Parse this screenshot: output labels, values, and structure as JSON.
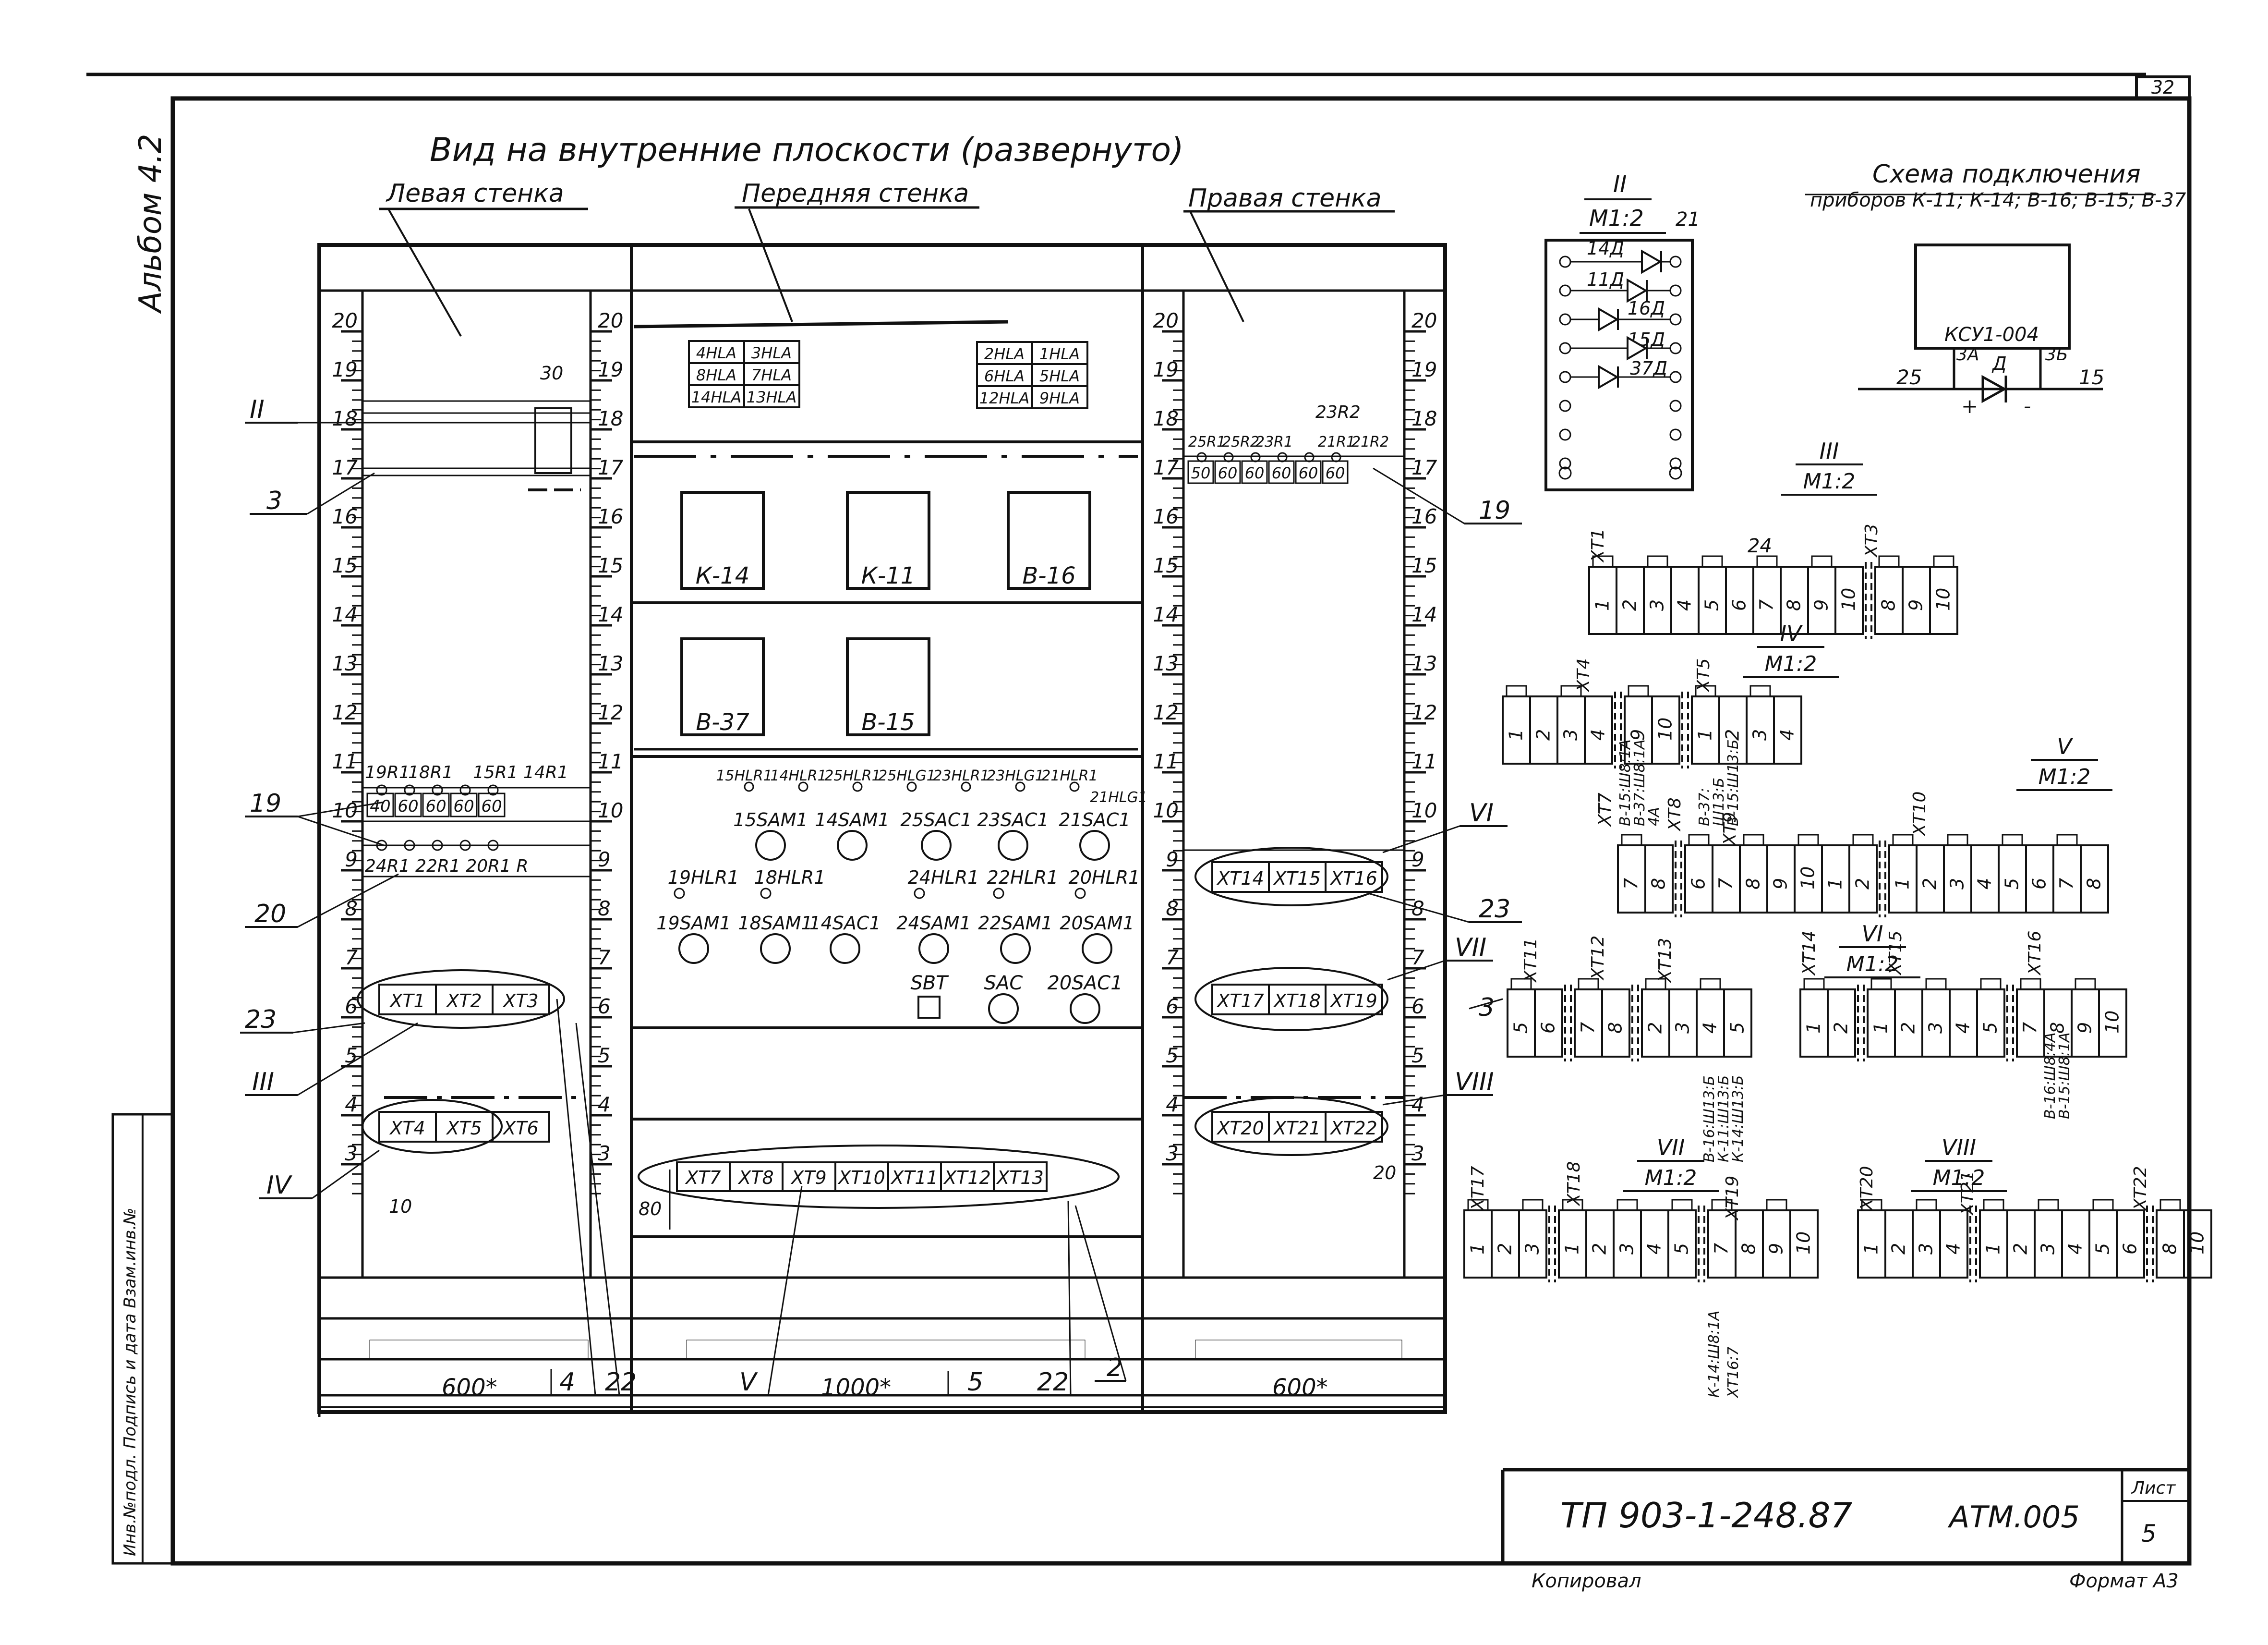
{
  "sheet_corner": "32",
  "album": "Альбом 4.2",
  "view_title": "Вид на внутренние плоскости (развернуто)",
  "walls": {
    "left": "Левая стенка",
    "front": "Передняя стенка",
    "right": "Правая стенка"
  },
  "scale_numbers": [
    "20",
    "19",
    "18",
    "17",
    "16",
    "15",
    "14",
    "13",
    "12",
    "11",
    "10",
    "9",
    "8",
    "7",
    "6",
    "5",
    "4",
    "3"
  ],
  "dims": {
    "left": "600*",
    "front": "1000*",
    "right": "600*"
  },
  "lamps": {
    "left": [
      "4HLA",
      "3HLA",
      "8HLA",
      "7HLA",
      "14HLA",
      "13HLA"
    ],
    "right": [
      "2HLA",
      "1HLA",
      "6HLA",
      "5HLA",
      "12HLA",
      "9HLA"
    ]
  },
  "instruments": [
    "К-14",
    "К-11",
    "В-16",
    "В-37",
    "В-15"
  ],
  "left_wall": {
    "resistors_top": [
      "19R1",
      "18R1",
      "15R1",
      "14R1"
    ],
    "resistors_values": [
      "40",
      "60",
      "60",
      "60",
      "60"
    ],
    "resistors_bottom": "24R1 22R1 20R1 R",
    "item30": "30",
    "terminal_row1": [
      "XT1",
      "XT2",
      "XT3"
    ],
    "terminal_row2": [
      "XT4",
      "XT5",
      "XT6"
    ],
    "dim10": "10"
  },
  "front_wall": {
    "hlr_row1": [
      "15HLR1",
      "14HLR1",
      "25HLR1",
      "25HLG1",
      "23HLR1",
      "23HLG1",
      "21HLR1"
    ],
    "hlr_extra": "21HLG1",
    "sa_row1": [
      "15SAM1",
      "14SAM1",
      "25SAC1",
      "23SAC1",
      "21SAC1"
    ],
    "hlr_row2": [
      "19HLR1",
      "18HLR1",
      "24HLR1",
      "22HLR1",
      "20HLR1"
    ],
    "sa_row2": [
      "19SAM1",
      "18SAM1",
      "14SAC1",
      "24SAM1",
      "22SAM1",
      "20SAM1"
    ],
    "sa_row3": [
      "SBT",
      "SAC",
      "20SAC1"
    ],
    "terminals": [
      "XT7",
      "XT8",
      "XT9",
      "XT10",
      "XT11",
      "XT12",
      "XT13"
    ],
    "dim80": "80"
  },
  "right_wall": {
    "r_labels": [
      "25R1",
      "25R2",
      "23R1",
      "21R1",
      "21R2"
    ],
    "r_top": "23R2",
    "r_values": [
      "50",
      "60",
      "60",
      "60",
      "60",
      "60"
    ],
    "row1": [
      "XT14",
      "XT15",
      "XT16"
    ],
    "row2": [
      "XT17",
      "XT18",
      "XT19"
    ],
    "row3": [
      "XT20",
      "XT21",
      "XT22"
    ],
    "dim20": "20"
  },
  "callouts": {
    "left": [
      "II",
      "3",
      "19",
      "20",
      "23",
      "III",
      "IV"
    ],
    "right": [
      "19",
      "VI",
      "23",
      "VII",
      "3",
      "VIII"
    ],
    "bottom": [
      "4",
      "22",
      "V",
      "5",
      "22",
      "2"
    ]
  },
  "detail_II": {
    "title": "II",
    "scale": "М1:2",
    "labels": [
      "21",
      "14Д",
      "11Д",
      "16Д",
      "15Д",
      "37Д"
    ]
  },
  "scheme": {
    "title": "Схема подключения",
    "subtitle": "приборов К-11; К-14; В-16; В-15; В-37",
    "device": "КСУ1-004",
    "pins": [
      "3А",
      "3Б"
    ],
    "diode": "Д",
    "wires": [
      "25",
      "15"
    ],
    "plus": "+",
    "minus": "-"
  },
  "detail_III": {
    "title": "III",
    "scale": "М1:2",
    "tags": [
      "XT1",
      "XT3"
    ],
    "item": "24",
    "cells": [
      "1",
      "2",
      "3",
      "4",
      "5",
      "6",
      "7",
      "8",
      "9",
      "10"
    ],
    "cells_b": [
      "8",
      "9",
      "10"
    ]
  },
  "detail_IV": {
    "title": "IV",
    "scale": "М1:2",
    "tags": [
      "XT4",
      "XT5"
    ],
    "cells_a": [
      "1",
      "2",
      "3",
      "4"
    ],
    "cells_b": [
      "9",
      "10"
    ],
    "cells_c": [
      "1",
      "2",
      "3",
      "4"
    ]
  },
  "detail_V": {
    "title": "V",
    "scale": "М1:2",
    "tags": [
      "XT7",
      "XT8",
      "XT9",
      "XT10"
    ],
    "notes": [
      "В-15:Ш8:1А",
      "В-37:Ш8:1А",
      "4А"
    ],
    "notes2": [
      "В-37:",
      "Ш13:Б",
      "В-15:Ш13:Б"
    ],
    "cells_a": [
      "7",
      "8"
    ],
    "cells_b": [
      "6",
      "7",
      "8",
      "9",
      "10",
      "1",
      "2"
    ],
    "cells_c": [
      "1",
      "2",
      "3",
      "4",
      "5",
      "6",
      "7",
      "8"
    ]
  },
  "detail_VI": {
    "title": "VI",
    "scale": "М1:2",
    "tags": [
      "XT11",
      "XT12",
      "XT13",
      "XT14",
      "XT15",
      "XT16"
    ],
    "notes_left": [
      "В-16:Ш13:Б",
      "К-11:Ш13:Б",
      "К-14:Ш13:Б"
    ],
    "notes_right": [
      "В-16:Ш8:4А",
      "В-15:Ш8:1А"
    ],
    "cells_a": [
      "5",
      "6"
    ],
    "cells_b": [
      "7",
      "8"
    ],
    "cells_c": [
      "2",
      "3",
      "4",
      "5"
    ],
    "cells_d": [
      "1",
      "2"
    ],
    "cells_e": [
      "1",
      "2",
      "3",
      "4",
      "5"
    ],
    "cells_f": [
      "7",
      "8",
      "9",
      "10"
    ]
  },
  "detail_VII": {
    "title": "VII",
    "scale": "М1:2",
    "tags": [
      "XT17",
      "XT18",
      "XT19"
    ],
    "notes": [
      "К-14:Ш8:1А",
      "XT16:7"
    ],
    "cells_a": [
      "1",
      "2",
      "3"
    ],
    "cells_b": [
      "1",
      "2",
      "3",
      "4",
      "5"
    ],
    "cells_c": [
      "7",
      "8",
      "9",
      "10"
    ]
  },
  "detail_VIII": {
    "title": "VIII",
    "scale": "М1:2",
    "tags": [
      "XT20",
      "XT21",
      "XT22"
    ],
    "cells_a": [
      "1",
      "2",
      "3",
      "4"
    ],
    "cells_b": [
      "1",
      "2",
      "3",
      "4",
      "5",
      "6"
    ],
    "cells_c": [
      "8",
      "10"
    ]
  },
  "title_block": {
    "code": "ТП 903-1-248.87",
    "doc": "АТМ.005",
    "sheet_label": "Лист",
    "sheet": "5"
  },
  "side_strip": "Инв.№подл. Подпись и дата Взам.инв.№",
  "footer": {
    "copied": "Копировал",
    "format": "Формат А3"
  }
}
